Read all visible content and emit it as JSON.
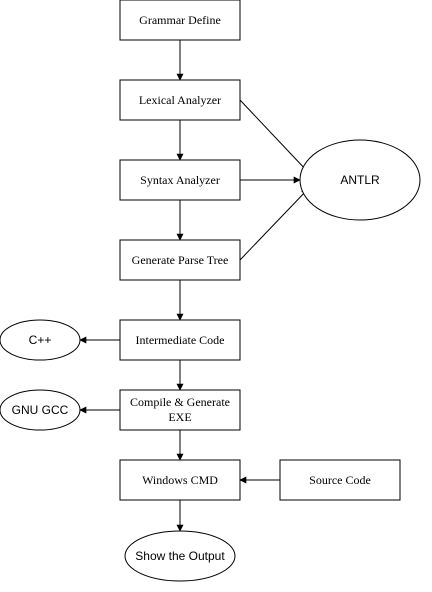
{
  "nodes": {
    "grammar_define": "Grammar Define",
    "lexical_analyzer": "Lexical Analyzer",
    "syntax_analyzer": "Syntax Analyzer",
    "generate_parse_tree": "Generate Parse Tree",
    "intermediate_code": "Intermediate Code",
    "compile_generate_line1": "Compile & Generate",
    "compile_generate_line2": "EXE",
    "windows_cmd": "Windows CMD",
    "source_code": "Source Code",
    "antlr": "ANTLR",
    "cpp": "C++",
    "gnu_gcc": "GNU GCC",
    "show_output": "Show the Output"
  },
  "colors": {
    "stroke": "#000000",
    "fill": "#ffffff",
    "text": "#000000"
  }
}
